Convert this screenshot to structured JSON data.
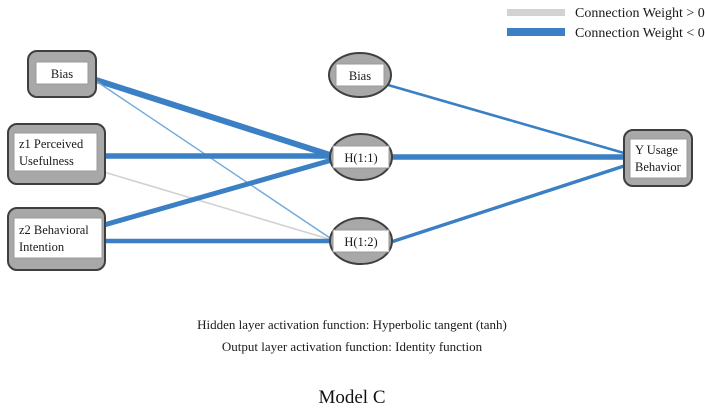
{
  "title": "Model C",
  "legend": {
    "items": [
      {
        "label": "Connection Weight > 0",
        "color": "#d2d2d2",
        "name": "positive-weight"
      },
      {
        "label": "Connection Weight < 0",
        "color": "#3b7fc4",
        "name": "negative-weight"
      }
    ]
  },
  "captions": [
    "Hidden layer activation function: Hyperbolic tangent (tanh)",
    "Output layer activation function: Identity function"
  ],
  "colors": {
    "node_fill": "#a8a8a8",
    "node_border": "#3f3f3f",
    "label_box_fill": "#ffffff",
    "label_box_border": "#9a9a9a",
    "positive_edge": "#d2d2d2",
    "negative_edge": "#3b7fc4",
    "negative_edge_light": "#6fa9dd",
    "background": "#ffffff"
  },
  "nodes": {
    "input_bias": {
      "label": "Bias",
      "shape": "rounded-rect"
    },
    "input_z1": {
      "label": "z1 Perceived\nUsefulness",
      "line1": "z1 Perceived",
      "line2": "Usefulness",
      "shape": "rounded-rect"
    },
    "input_z2": {
      "label": "z2 Behavioral\nIntention",
      "line1": "z2 Behavioral",
      "line2": "Intention",
      "shape": "rounded-rect"
    },
    "hidden_bias": {
      "label": "Bias",
      "shape": "ellipse"
    },
    "hidden_h11": {
      "label": "H(1:1)",
      "shape": "ellipse"
    },
    "hidden_h12": {
      "label": "H(1:2)",
      "shape": "ellipse"
    },
    "output_y": {
      "label": "Y Usage\nBehavior",
      "line1": "Y Usage",
      "line2": "Behavior",
      "shape": "rounded-rect"
    }
  },
  "edges": [
    {
      "from": "input_bias",
      "to": "hidden_h11",
      "sign": "negative",
      "weight_magnitude": "large"
    },
    {
      "from": "input_bias",
      "to": "hidden_h12",
      "sign": "negative",
      "weight_magnitude": "small"
    },
    {
      "from": "input_z1",
      "to": "hidden_h11",
      "sign": "negative",
      "weight_magnitude": "large"
    },
    {
      "from": "input_z1",
      "to": "hidden_h12",
      "sign": "positive",
      "weight_magnitude": "small"
    },
    {
      "from": "input_z2",
      "to": "hidden_h11",
      "sign": "negative",
      "weight_magnitude": "large"
    },
    {
      "from": "input_z2",
      "to": "hidden_h12",
      "sign": "negative",
      "weight_magnitude": "large"
    },
    {
      "from": "hidden_bias",
      "to": "output_y",
      "sign": "negative",
      "weight_magnitude": "medium"
    },
    {
      "from": "hidden_h11",
      "to": "output_y",
      "sign": "negative",
      "weight_magnitude": "large"
    },
    {
      "from": "hidden_h12",
      "to": "output_y",
      "sign": "negative",
      "weight_magnitude": "medium"
    }
  ]
}
